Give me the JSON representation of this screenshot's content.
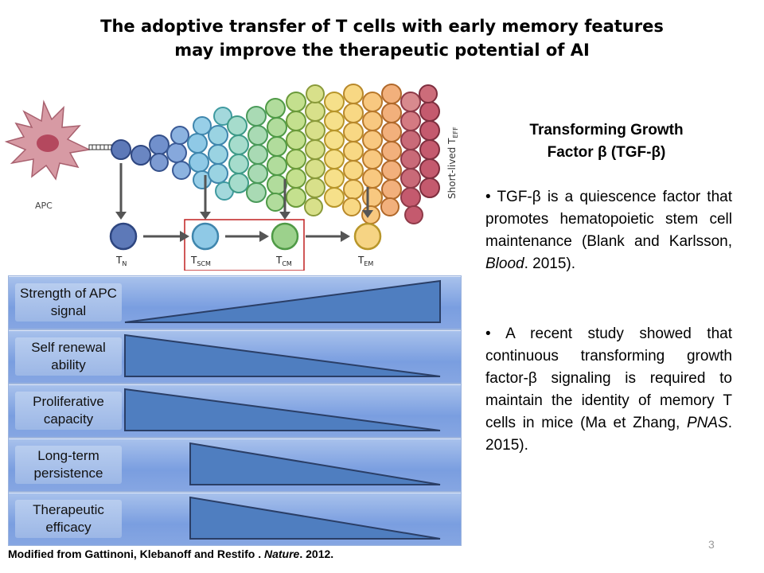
{
  "title": {
    "line1": "The adoptive transfer of T cells with early memory features",
    "line2": "may improve the therapeutic potential of AI"
  },
  "diagram": {
    "apc_label": "APC",
    "short_lived_label": "Short-lived T",
    "short_lived_sub": "EFF",
    "cells": [
      {
        "main": "T",
        "sub": "N"
      },
      {
        "main": "T",
        "sub": "SCM"
      },
      {
        "main": "T",
        "sub": "CM"
      },
      {
        "main": "T",
        "sub": "EM"
      }
    ]
  },
  "rows": [
    {
      "label": "Strength of APC signal",
      "direction": "increasing"
    },
    {
      "label": "Self renewal ability",
      "direction": "decreasing"
    },
    {
      "label": "Proliferative capacity",
      "direction": "decreasing"
    },
    {
      "label": "Long-term persistence",
      "direction": "decreasing-late"
    },
    {
      "label": "Therapeutic efficacy",
      "direction": "decreasing-late"
    }
  ],
  "side": {
    "title_line1": "Transforming Growth",
    "title_line2": "Factor β (TGF-β)",
    "bullet1": "• TGF-β is a quiescence factor that promotes hematopoietic stem cell maintenance (Blank and Karlsson, ",
    "bullet1_journal": "Blood",
    "bullet1_end": ". 2015).",
    "bullet2": "• A recent study showed that continuous transforming growth factor-β signaling is required to maintain the identity of memory T cells in mice (Ma et Zhang, ",
    "bullet2_journal": "PNAS",
    "bullet2_end": ". 2015)."
  },
  "citation": {
    "text": "Modified from Gattinoni, Klebanoff  and Restifo . ",
    "journal": "Nature",
    "end": ". 2012."
  },
  "page_number": "3",
  "colors": {
    "triangle": "#4f7ec0",
    "triangle_stroke": "#2a3e66",
    "naive": "#5d79b8",
    "scm": "#8fc9e6",
    "cm": "#9cd18c",
    "em": "#f6d484",
    "eff": "#c45a6e",
    "apc": "#d79aa4",
    "highlight_box": "#c02020"
  }
}
